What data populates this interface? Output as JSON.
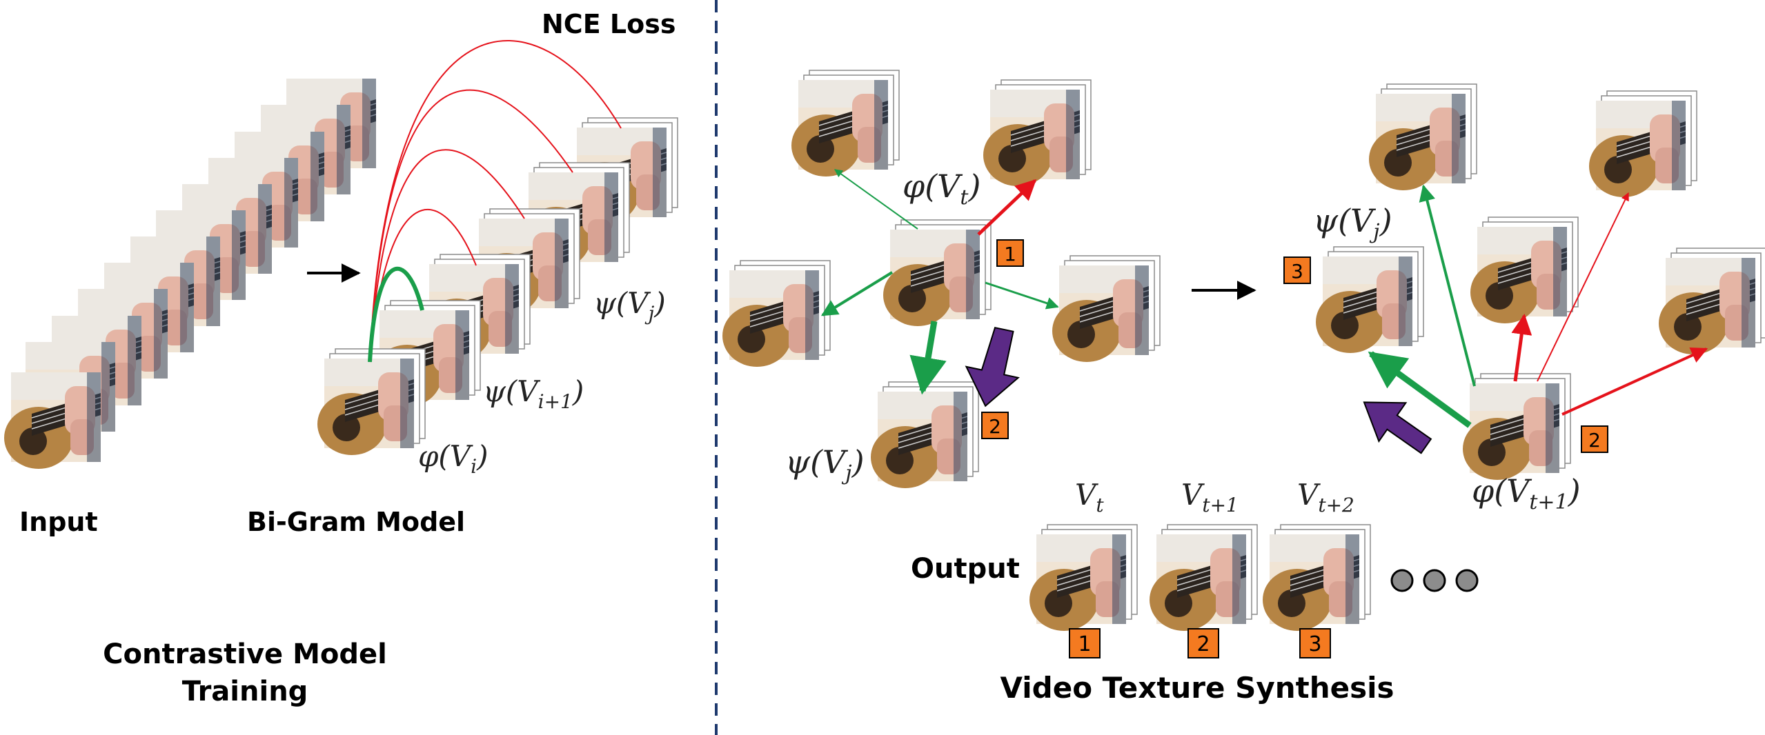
{
  "left_panel": {
    "input_label": "Input",
    "model_label": "Bi-Gram Model",
    "loss_label": "NCE Loss",
    "training_line1": "Contrastive Model",
    "training_line2": "Training",
    "phi_vi": "φ(V",
    "phi_vi_sub": "i",
    "psi_vi1": "ψ(V",
    "psi_vi1_sub": "i+1",
    "psi_vj": "ψ(V",
    "psi_vj_sub": "j"
  },
  "right_panel": {
    "phi_vt": "φ(V",
    "phi_vt_sub": "t",
    "psi_vj_bottom": "ψ(V",
    "psi_vj_bottom_sub": "j",
    "psi_vj_right": "ψ(V",
    "psi_vj_right_sub": "j",
    "phi_vt1": "φ(V",
    "phi_vt1_sub": "t+1",
    "badge_1": "1",
    "badge_2a": "2",
    "badge_3": "3",
    "badge_2b": "2",
    "output_label": "Output",
    "vt": "V",
    "vt_sub": "t",
    "vt1": "V",
    "vt1_sub": "t+1",
    "vt2": "V",
    "vt2_sub": "t+2",
    "out_badge_1": "1",
    "out_badge_2": "2",
    "out_badge_3": "3",
    "synthesis_label": "Video Texture Synthesis"
  },
  "colors": {
    "positive_edge": "#1a9e4a",
    "negative_edge": "#e5121b",
    "selection_arrow": "#5b2a86",
    "badge_fill": "#f47a20",
    "divider": "#1f3a6e"
  }
}
